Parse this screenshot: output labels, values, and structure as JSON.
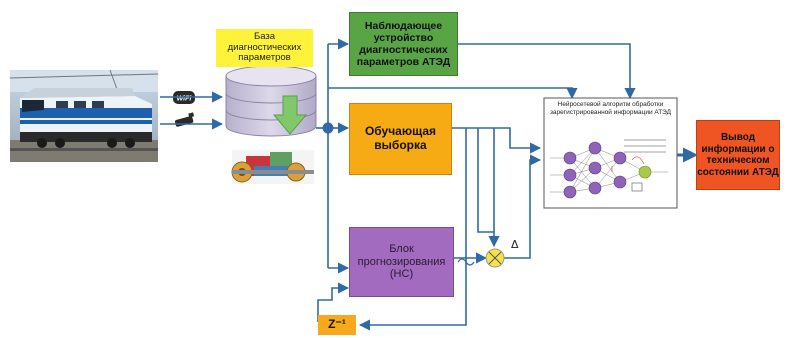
{
  "database_label": "База диагностических параметров",
  "observer_block": "Наблюдающее устройство диагностических параметров АТЭД",
  "training_block": "Обучающая выборка",
  "forecast_block": "Блок прогнозирования (НС)",
  "output_block": "Вывод информации о техническом состоянии АТЭД",
  "nn_title": "Нейросетевой алгоритм обработки зарегистрированной информации АТЭД",
  "delay_label": "Z⁻¹",
  "delta_symbol": "Δ",
  "wifi_text": "WiFi",
  "colors": {
    "arrow": "#2f6aa5",
    "green": "#59a444",
    "orange": "#f6aa14",
    "purple": "#a26bbf",
    "red": "#ef5423",
    "yellow": "#fff23a"
  }
}
